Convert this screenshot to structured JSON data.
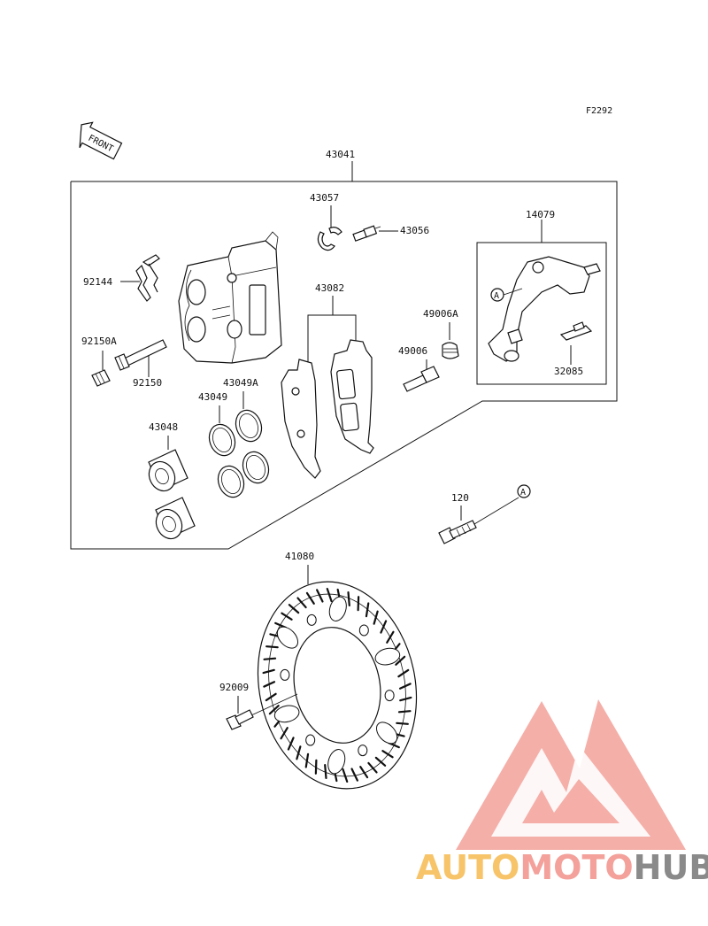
{
  "figure_code": "F2292",
  "front_label": "FRONT",
  "circle_ref": "A",
  "parts": {
    "p43041": "43041",
    "p43057": "43057",
    "p43056": "43056",
    "p14079": "14079",
    "p92144": "92144",
    "p43082": "43082",
    "p49006A": "49006A",
    "p92150A": "92150A",
    "p49006": "49006",
    "p32085": "32085",
    "p92150": "92150",
    "p43049A": "43049A",
    "p43049": "43049",
    "p43048": "43048",
    "p120": "120",
    "p41080": "41080",
    "p92009": "92009"
  },
  "brand": {
    "part1": "AUTO",
    "part2": "MOTO",
    "part3": "HUB"
  },
  "colors": {
    "line": "#111111",
    "logo_fill": "#f3a19a",
    "logo_outline": "#e98a86",
    "brand_gray": "#8a8a8a"
  }
}
